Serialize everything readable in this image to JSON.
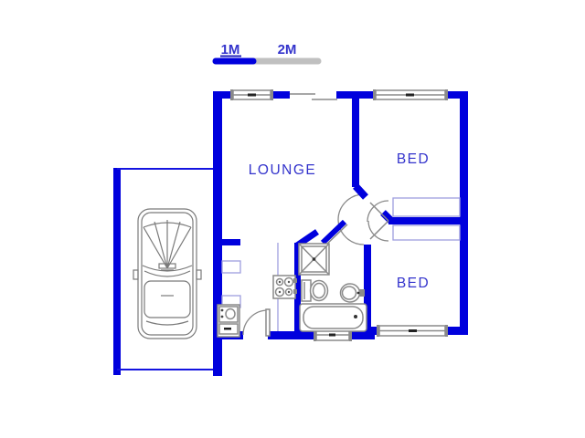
{
  "scale_bar": {
    "label_1m": "1M",
    "label_2m": "2M"
  },
  "rooms": {
    "lounge": "LOUNGE",
    "bed1": "BED",
    "bed2": "BED"
  },
  "colors": {
    "wall_blue": "#0000dd",
    "label_blue": "#3333cc",
    "fixture_gray": "#8a8a8a",
    "scale_gray": "#c0c0c0",
    "furniture_pale": "#9f9fdf"
  }
}
